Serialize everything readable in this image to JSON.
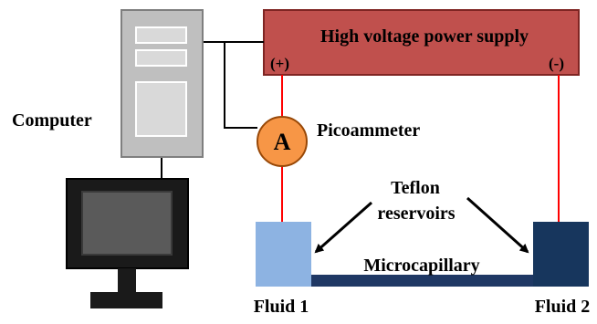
{
  "diagram": {
    "power_supply": {
      "label": "High voltage power supply",
      "positive_terminal": "(+)",
      "negative_terminal": "(-)"
    },
    "computer": {
      "label": "Computer"
    },
    "picoammeter": {
      "label": "Picoammeter",
      "symbol": "A"
    },
    "reservoirs": {
      "label_line1": "Teflon",
      "label_line2": "reservoirs"
    },
    "microcapillary": {
      "label": "Microcapillary"
    },
    "fluid_left": {
      "label": "Fluid 1"
    },
    "fluid_right": {
      "label": "Fluid 2"
    }
  },
  "colors": {
    "power_supply_fill": "#c0504d",
    "power_supply_border": "#7f2523",
    "lead_wire": "#ff0000",
    "signal_wire": "#000000",
    "ammeter_fill": "#f79646",
    "ammeter_border": "#984807",
    "fluid_1": "#8db3e2",
    "fluid_2": "#17365d",
    "capillary": "#1f3864",
    "computer_case": "#bfbfbf",
    "computer_case_border": "#7f7f7f",
    "monitor_frame": "#1a1a1a",
    "monitor_screen": "#5a5a5a"
  }
}
